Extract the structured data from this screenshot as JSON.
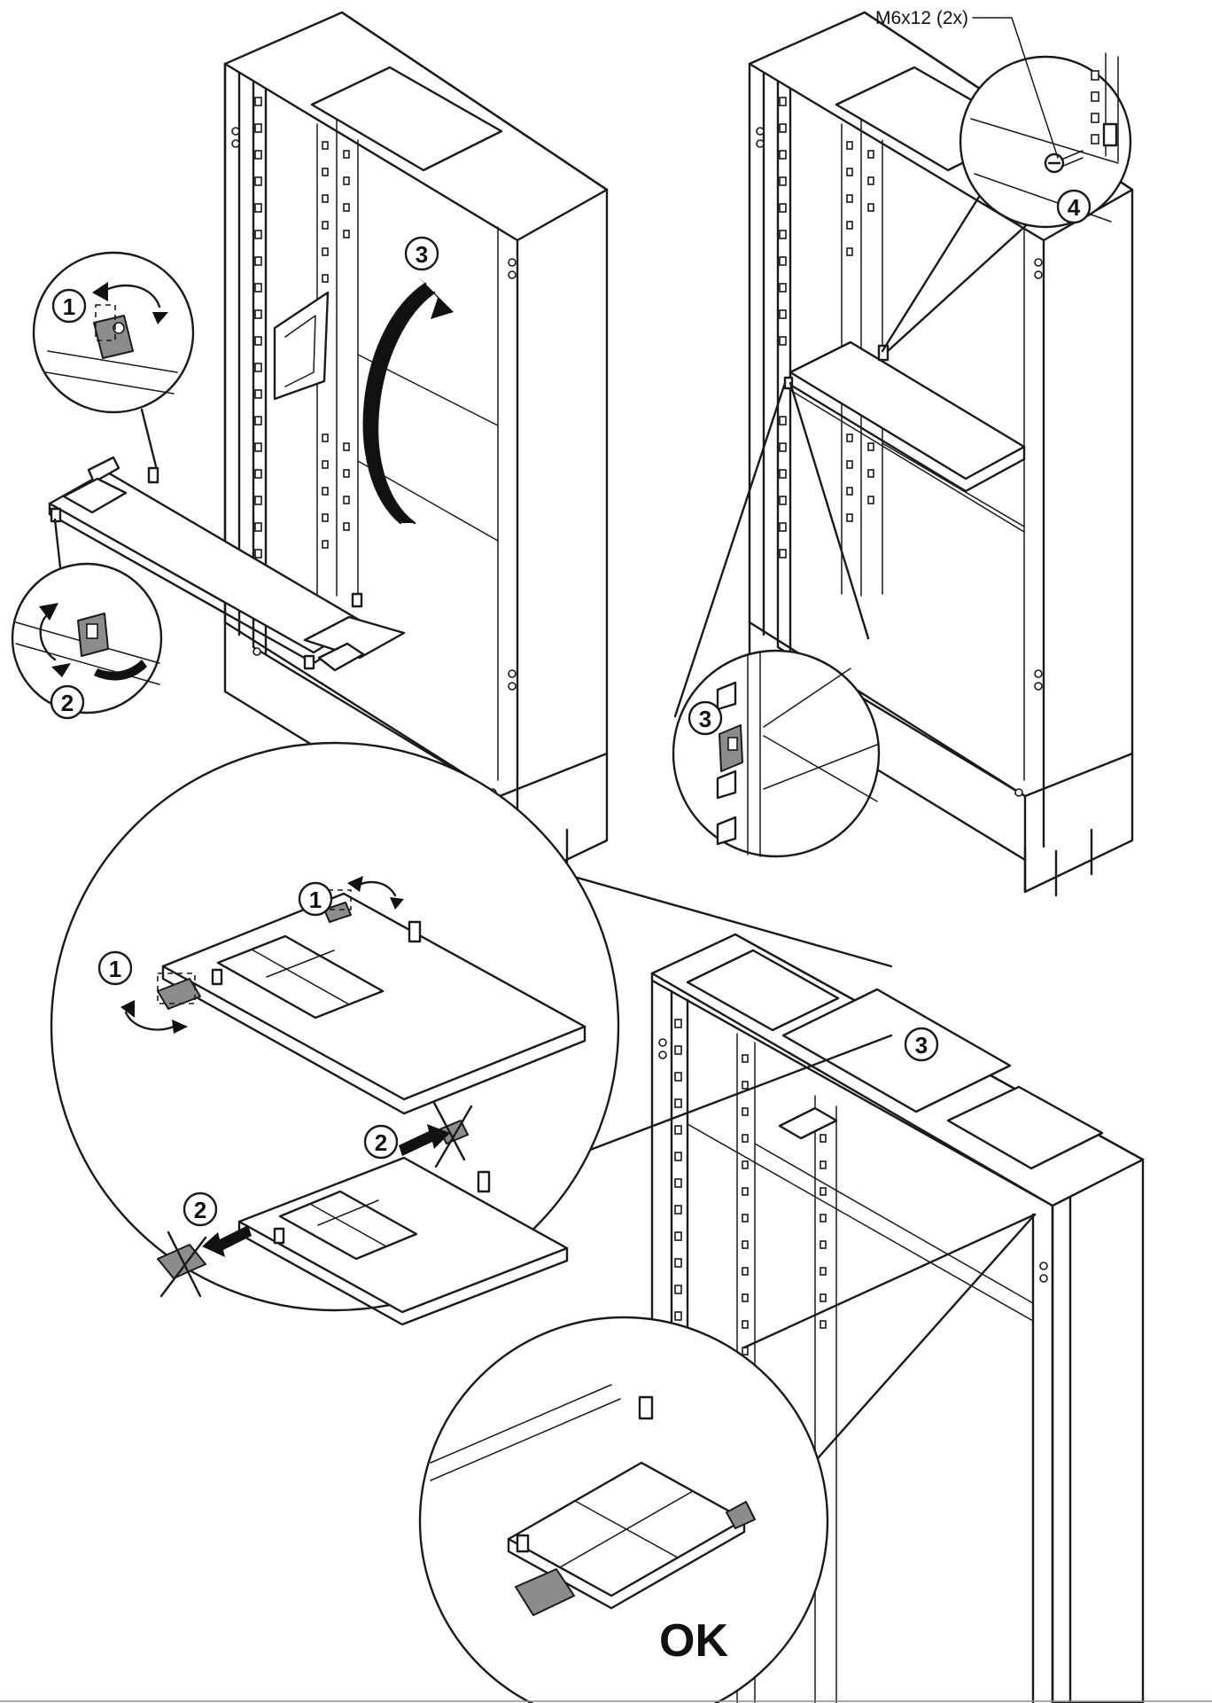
{
  "callouts": {
    "screw_label": "M6x12 (2x)",
    "ok_label": "OK"
  },
  "steps": {
    "s1": "1",
    "s2": "2",
    "s3": "3",
    "s4": "4"
  },
  "icons": [
    "rotate-arrow-icon",
    "push-arrow-icon",
    "cross-mark-icon",
    "screw-icon"
  ],
  "colors": {
    "line": "#1a1a1a",
    "tab_fill": "#8c8c8c",
    "background": "#ffffff"
  }
}
